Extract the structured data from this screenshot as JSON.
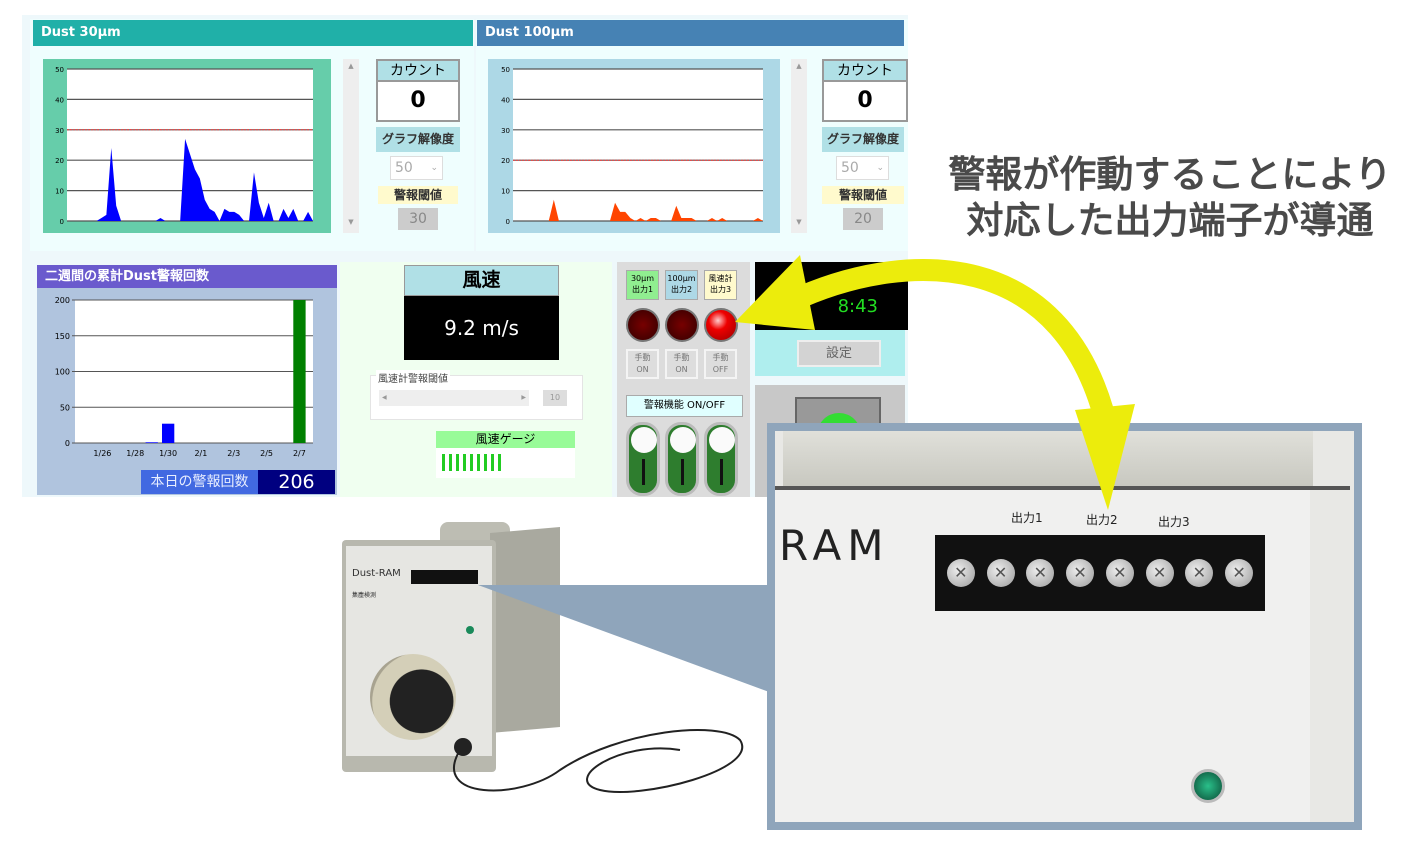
{
  "dust30": {
    "title": "Dust 30µm",
    "count_label": "カウント",
    "count_value": "0",
    "resolution_label": "グラフ解像度",
    "resolution_value": "50",
    "threshold_label": "警報閾値",
    "threshold_value": "30"
  },
  "dust100": {
    "title": "Dust 100µm",
    "count_label": "カウント",
    "count_value": "0",
    "resolution_label": "グラフ解像度",
    "resolution_value": "50",
    "threshold_label": "警報閾値",
    "threshold_value": "20"
  },
  "history": {
    "title": "二週間の累計Dust警報回数",
    "today_label": "本日の警報回数",
    "today_value": "206"
  },
  "wind": {
    "title": "風速",
    "value": "9.2 m/s",
    "threshold_legend": "風速計警報閾値",
    "threshold_value": "10",
    "gauge_label": "風速ゲージ",
    "gauge_level": 9
  },
  "outputs": {
    "channels": [
      {
        "label1": "30µm",
        "label2": "出力1",
        "color": "#90ee90",
        "led_on": false,
        "manual1": "手動",
        "manual2": "ON"
      },
      {
        "label1": "100µm",
        "label2": "出力2",
        "color": "#add8e6",
        "led_on": false,
        "manual1": "手動",
        "manual2": "ON"
      },
      {
        "label1": "風速計",
        "label2": "出力3",
        "color": "#fffacd",
        "led_on": true,
        "manual1": "手動",
        "manual2": "OFF"
      }
    ],
    "alarm_toggle_label": "警報機能 ON/OFF"
  },
  "clock": {
    "time": "8:43"
  },
  "settings_button": "設定",
  "annotation": {
    "line1": "警報が作動することにより",
    "line2": "対応した出力端子が導通"
  },
  "photo": {
    "device_name": "Dust-RAM",
    "device_sub": "集塵検測",
    "zoom_brand": "RAM",
    "terminal_labels": [
      "出力1",
      "出力2",
      "出力3"
    ]
  },
  "chart_data": [
    {
      "type": "area",
      "title": "Dust 30µm",
      "ylim": [
        0,
        50
      ],
      "yticks": [
        0,
        10,
        20,
        30,
        40,
        50
      ],
      "threshold": 30,
      "color": "#0000ff",
      "values": [
        0,
        0,
        0,
        0,
        0,
        0,
        0,
        1,
        2,
        24,
        5,
        0,
        0,
        0,
        0,
        0,
        0,
        0,
        0,
        1,
        0,
        0,
        0,
        0,
        27,
        22,
        17,
        14,
        7,
        4,
        3,
        0,
        4,
        3,
        3,
        2,
        0,
        0,
        16,
        6,
        1,
        6,
        0,
        0,
        4,
        1,
        4,
        0,
        0,
        3,
        0
      ]
    },
    {
      "type": "area",
      "title": "Dust 100µm",
      "ylim": [
        0,
        50
      ],
      "yticks": [
        0,
        10,
        20,
        30,
        40,
        50
      ],
      "threshold": 20,
      "color": "#ff4500",
      "values": [
        0,
        0,
        0,
        0,
        0,
        0,
        0,
        0,
        7,
        0,
        0,
        0,
        0,
        0,
        0,
        0,
        0,
        0,
        0,
        0,
        6,
        3,
        3,
        1,
        0,
        1,
        0,
        1,
        1,
        0,
        0,
        0,
        5,
        1,
        1,
        1,
        0,
        0,
        0,
        1,
        0,
        1,
        0,
        0,
        0,
        0,
        0,
        0,
        1,
        0
      ]
    },
    {
      "type": "bar",
      "title": "二週間の累計Dust警報回数",
      "categories": [
        "1/25",
        "1/26",
        "1/27",
        "1/28",
        "1/29",
        "1/30",
        "1/31",
        "2/1",
        "2/2",
        "2/3",
        "2/4",
        "2/5",
        "2/6",
        "2/7"
      ],
      "tick_labels": [
        "1/26",
        "1/28",
        "1/30",
        "2/1",
        "2/3",
        "2/5",
        "2/7"
      ],
      "values": [
        0,
        0,
        0,
        0,
        1,
        27,
        0,
        0,
        0,
        0,
        0,
        0,
        0,
        200
      ],
      "colors": {
        "past": "#0000ff",
        "today": "#008000"
      },
      "ylim": [
        0,
        200
      ],
      "yticks": [
        0,
        50,
        100,
        150,
        200
      ]
    }
  ]
}
